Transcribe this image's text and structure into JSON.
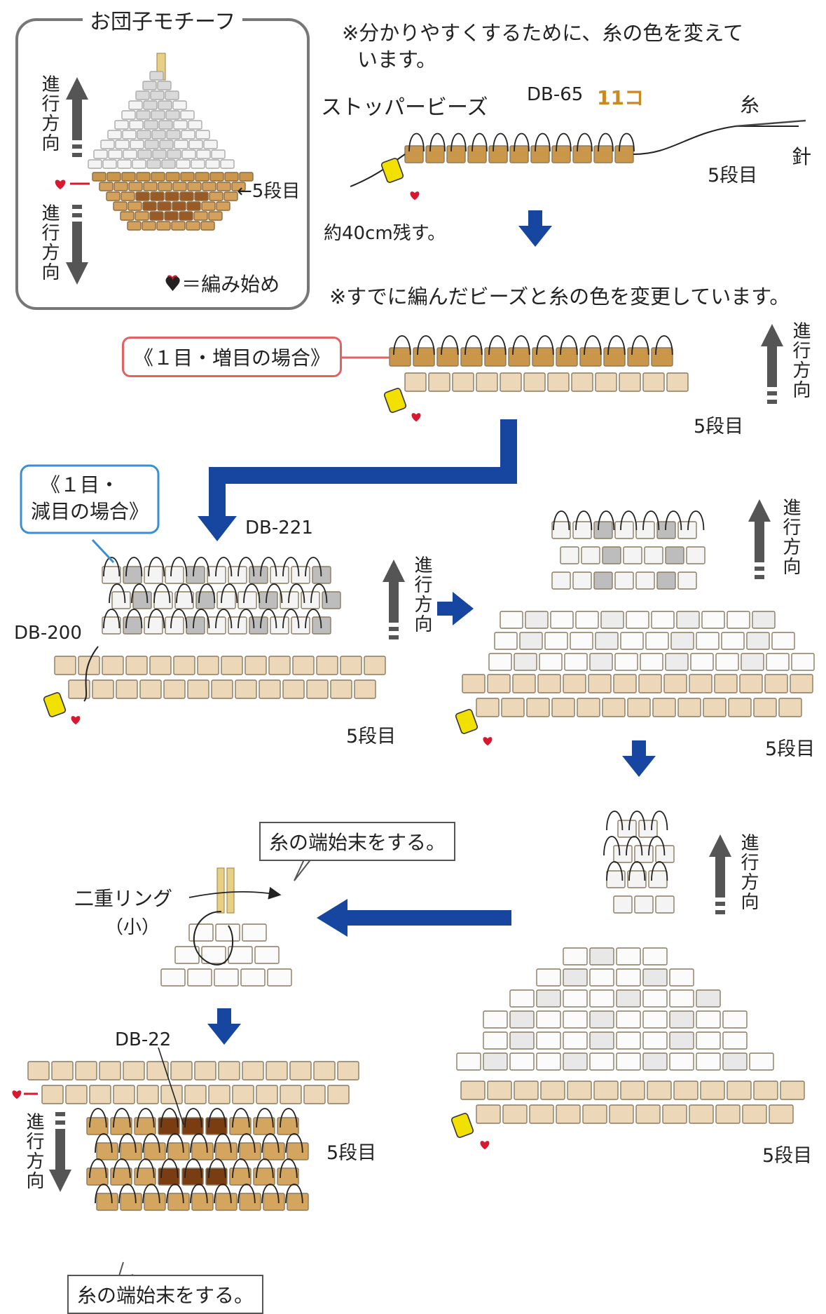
{
  "motif_box": {
    "title": "お団子モチーフ",
    "direction_up": "進行方向",
    "direction_down": "進行方向",
    "row_label": "←5段目",
    "legend": "♥＝編み始め"
  },
  "step1": {
    "note_line1": "※分かりやすくするために、糸の色を変えて",
    "note_line2": "います。",
    "stopper_label": "ストッパービーズ",
    "bead_code": "DB-65",
    "bead_count": "11コ",
    "thread_label": "糸",
    "needle_label": "針",
    "row_label": "5段目",
    "tail_label": "約40cm残す。"
  },
  "step2": {
    "note": "※すでに編んだビーズと糸の色を変更しています。",
    "callout": "《１目・増目の場合》",
    "direction": "進行方向",
    "row_label": "5段目"
  },
  "step3": {
    "callout_line1": "《１目・",
    "callout_line2": "減目の場合》",
    "bead_code_a": "DB-221",
    "bead_code_b": "DB-200",
    "direction": "進行方向",
    "row_label": "5段目"
  },
  "step4": {
    "direction": "進行方向",
    "row_label": "5段目"
  },
  "step5": {
    "direction": "進行方向",
    "row_label": "5段目"
  },
  "step6": {
    "ring_label_line1": "二重リング",
    "ring_label_line2": "（小）",
    "speech": "糸の端始末をする。"
  },
  "step7": {
    "bead_code": "DB-22",
    "direction": "進行方向",
    "row_label": "5段目",
    "speech": "糸の端始末をする。"
  },
  "colors": {
    "gold_bead": "#c9964a",
    "tan_bead": "#ecd7b8",
    "gray_bead": "#bdbdbd",
    "dark_bead": "#7a3d12",
    "flow_arrow": "#1646a0",
    "direction_arrow": "#555555",
    "heart": "#d8182e",
    "stopper": "#f2e000",
    "callout_red": "#e06262",
    "callout_blue": "#3a8fd0"
  }
}
